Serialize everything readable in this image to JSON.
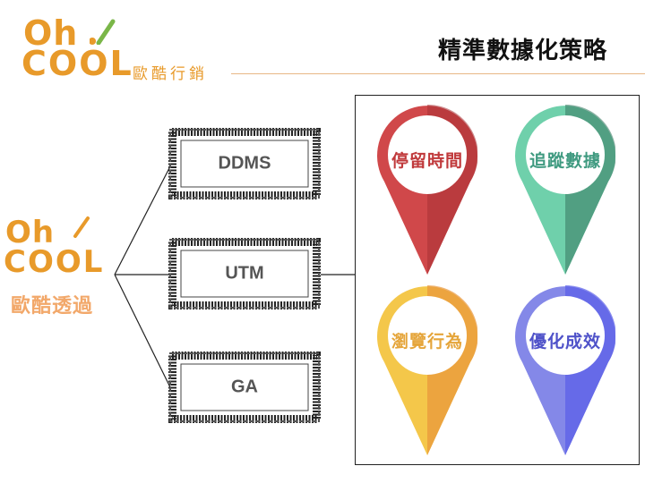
{
  "header": {
    "logo_line1": "Oh",
    "logo_line2": "COOL",
    "tagline": "歐酷行銷",
    "title": "精準數據化策略"
  },
  "side_logo": {
    "line1": "Oh",
    "line2": "COOL",
    "caption": "歐酷透過"
  },
  "tools": [
    {
      "label": "DDMS"
    },
    {
      "label": "UTM"
    },
    {
      "label": "GA"
    }
  ],
  "pins": [
    {
      "label": "停留時間",
      "color": "#d0484a",
      "text_color": "#c0393b"
    },
    {
      "label": "追蹤數據",
      "color": "#5fc8a2",
      "text_color": "#3f9a80"
    },
    {
      "label": "瀏覽行為",
      "color": "#f0b43c",
      "text_color": "#e5a53a"
    },
    {
      "label": "優化成效",
      "color": "#6b6fe0",
      "text_color": "#4f52c9"
    }
  ],
  "colors": {
    "brand_orange": "#e89a2a",
    "leaf_green": "#7ab648"
  }
}
